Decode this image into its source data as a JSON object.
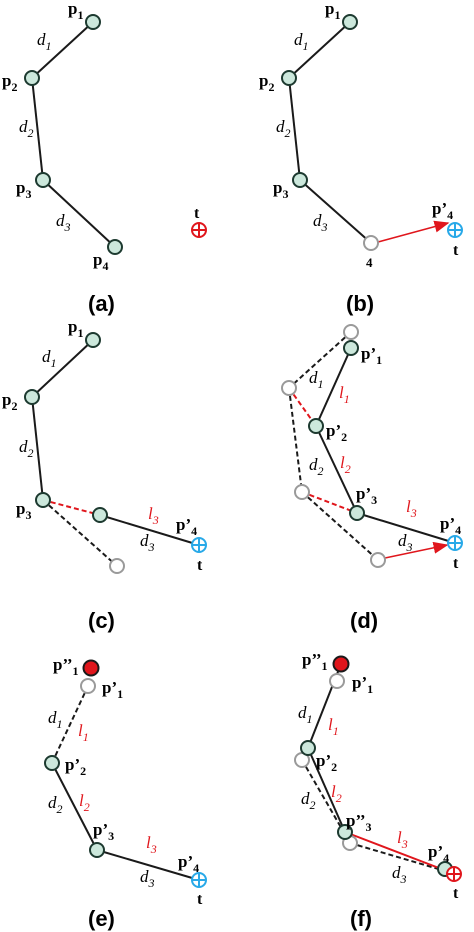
{
  "colors": {
    "node_fill": "#cce8dc",
    "node_stroke": "#1d3a30",
    "ghost_stroke": "#9a9a9a",
    "red": "#e0161c",
    "blue": "#28a9e8",
    "line": "#1a1a1a"
  },
  "labels": {
    "p1": "p",
    "p1_sub": "1",
    "p2": "p",
    "p2_sub": "2",
    "p3": "p",
    "p3_sub": "3",
    "p4": "p",
    "p4_sub": "4",
    "p1_prime": "p’",
    "p2_prime": "p’",
    "p3_prime": "p’",
    "p4_prime": "p’",
    "p1_dprime": "p’’",
    "p3_dprime": "p’’",
    "t": "t",
    "d1": "d",
    "d1_sub": "1",
    "d2": "d",
    "d2_sub": "2",
    "d3": "d",
    "d3_sub": "3",
    "l1": "l",
    "l1_sub": "1",
    "l2": "l",
    "l2_sub": "2",
    "l3": "l",
    "l3_sub": "3",
    "four": "4"
  },
  "captions": [
    "(a)",
    "(b)",
    "(c)",
    "(d)",
    "(e)",
    "(f)"
  ]
}
